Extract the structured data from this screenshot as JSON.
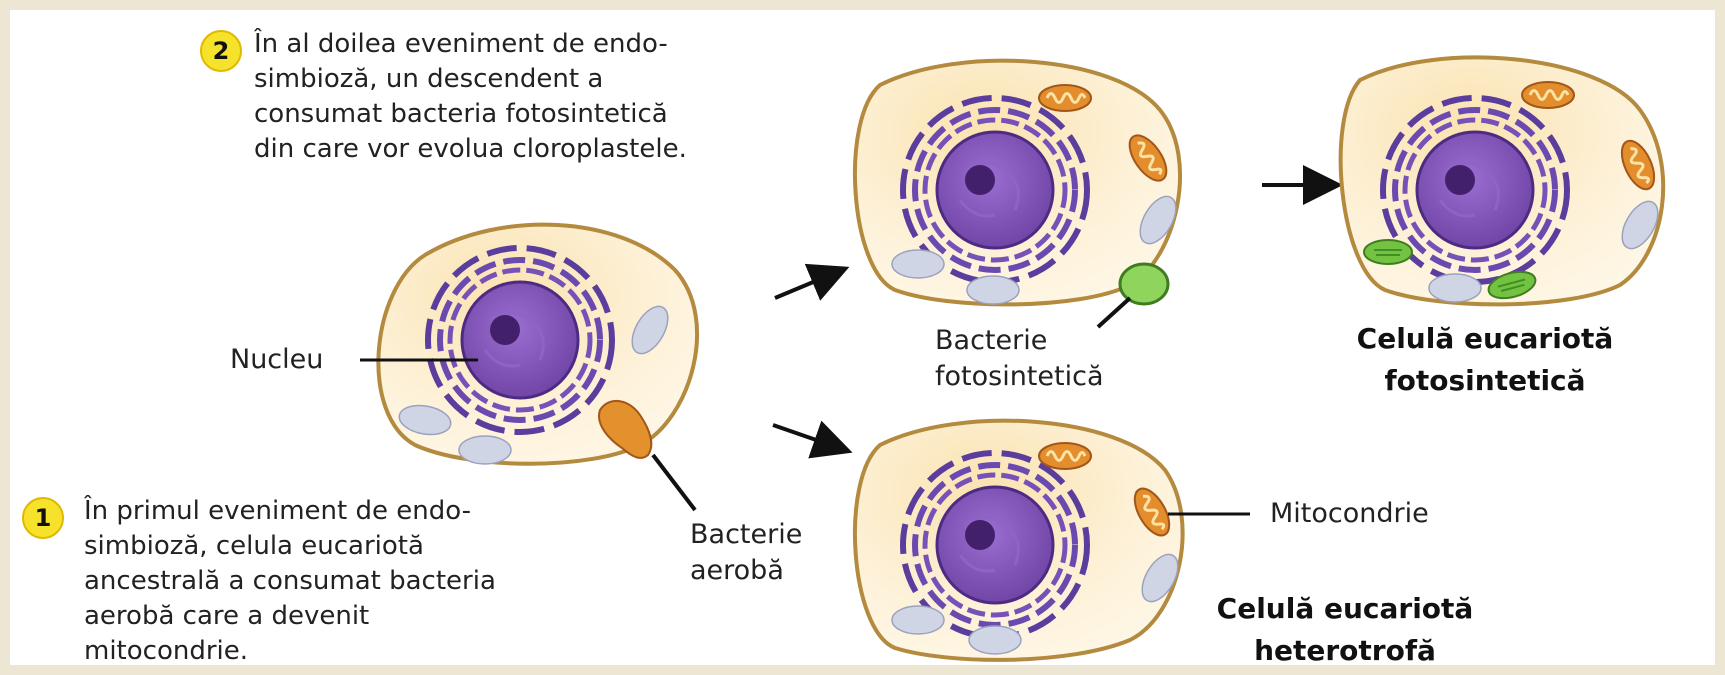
{
  "step2": {
    "number": "2",
    "text": "În al doilea eveniment de endo-\nsimbioză, un descendent a\nconsumat bacteria fotosintetică\ndin care vor evolua cloroplastele."
  },
  "step1": {
    "number": "1",
    "text": "În primul eveniment de endo-\nsimbioză, celula eucariotă\nancestrală a consumat bacteria\naerobă care a devenit\nmitocondrie."
  },
  "labels": {
    "nucleus": "Nucleu",
    "aerobic_bacterium": "Bacterie\naerobă",
    "photosynthetic_bacterium": "Bacterie\nfotosintetică",
    "mitochondrion": "Mitocondrie"
  },
  "results": {
    "photosynthetic_cell": "Celulă eucariotă\nfotosintetică",
    "heterotrophic_cell": "Celulă eucariotă\nheterotrofă"
  },
  "colors": {
    "cytoplasm": "#fdf3d6",
    "membrane": "#b98a3c",
    "nucleus": "#7c4fb3",
    "nucleolus": "#4a236e",
    "er": "#5b3f9e",
    "mitochondrion": "#e08a2a",
    "chloroplast": "#6cbf3c",
    "vacuole": "#cfd4e6",
    "badge": "#f7e22b"
  }
}
